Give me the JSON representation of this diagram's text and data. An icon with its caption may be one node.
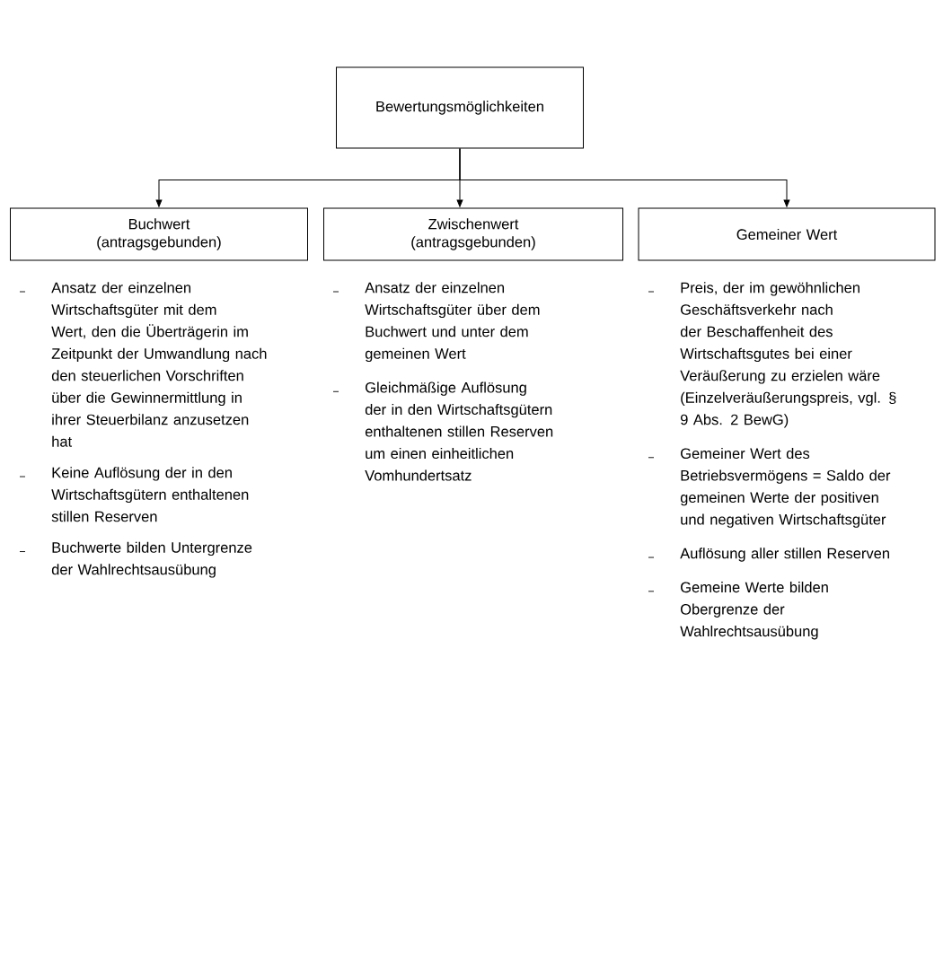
{
  "diagram": {
    "nodes": [
      {
        "text": [
          "Bewertungsmöglichkeiten"
        ]
      },
      {
        "text": [
          "Buchwert (antragsgebunden)"
        ],
        "beside": [
          "Ansatz der einzelnen Wirtschaftsgüter mit dem Wert, den die Überträgerin im Zeitpunkt der Umwandlung nach den steuerlichen Vorschriften über die Gewinnermittlung in ihrer Steuerbilanz anzusetzen hat",
          "Keine Auflösung der in den Wirtschaftsgütern enthaltenen stillen Reserven",
          "Buchwerte bilden Untergrenze der Wahlrechtsausübung"
        ]
      },
      {
        "text": [
          "Zwischenwert (antragsgebunden)"
        ],
        "beside": [
          "Ansatz der einzelnen Wirtschaftsgüter über dem Buchwert und unter dem gemeinen Wert",
          "Gleichmäßige Auflösung der in den Wirtschaftsgütern enthaltenen stillen Reserven um einen einheitlichen Vomhundertsatz"
        ]
      },
      {
        "text": [
          "Gemeiner Wert"
        ],
        "beside": [
          "Preis, der im gewöhnlichen Geschäftsverkehr nach der Beschaffenheit des Wirtschaftsgutes bei einer Veräußerung zu erzielen wäre (Einzelveräußerungspreis, vgl. § 9 Abs. 2 BewG)",
          "Gemeiner Wert des Betriebsvermögens = Saldo der gemeinen Werte der positiven und negativen Wirtschaftsgüter",
          "Auflösung aller stillen Reserven",
          "Gemeine Werte bilden Obergrenze der Wahlrechtsausübung"
        ]
      }
    ],
    "edges": [
      {
        "from": 0,
        "to": 1,
        "arrow": "to"
      },
      {
        "from": 0,
        "to": 2,
        "arrow": "to"
      },
      {
        "from": 0,
        "to": 3,
        "arrow": "to"
      }
    ]
  }
}
